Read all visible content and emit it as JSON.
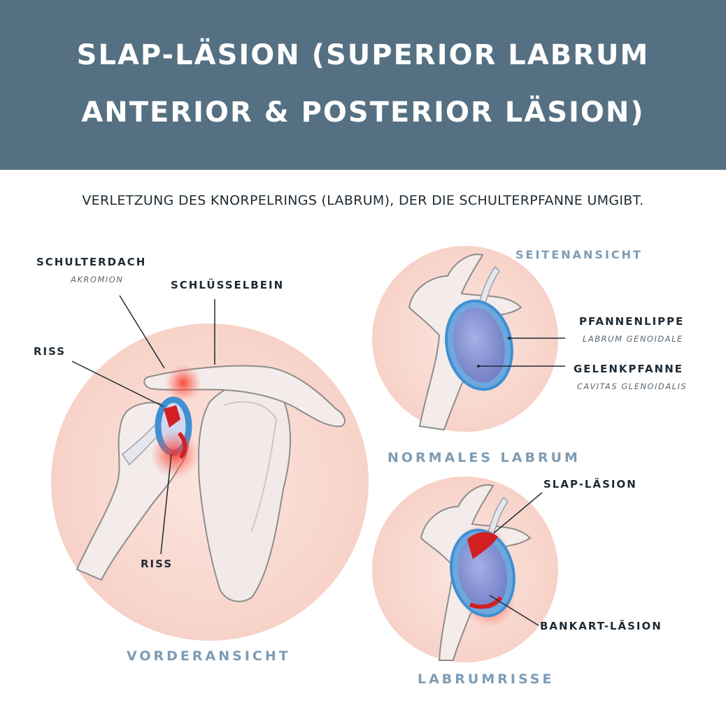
{
  "header": {
    "title_line1": "SLAP-LÄSION (SUPERIOR LABRUM",
    "title_line2": "ANTERIOR & POSTERIOR LÄSION)",
    "subtitle": "VERLETZUNG DES KNORPELRINGS (LABRUM), DER DIE SCHULTERPFANNE UMGIBT."
  },
  "front_view": {
    "caption": "VORDERANSICHT",
    "acromion_label": "SCHULTERDACH",
    "acromion_latin": "AKROMION",
    "clavicle_label": "SCHLÜSSELBEIN",
    "tear_label_top": "RISS",
    "tear_label_bottom": "RISS"
  },
  "side_view": {
    "caption_top": "SEITENANSICHT",
    "labrum_label": "PFANNENLIPPE",
    "labrum_latin": "LABRUM GENOIDALE",
    "glenoid_label": "GELENKPFANNE",
    "glenoid_latin": "CAVITAS GLENOIDALIS",
    "caption_bottom": "NORMALES LABRUM"
  },
  "tear_view": {
    "slap_label": "SLAP-LÄSION",
    "bankart_label": "BANKART-LÄSION",
    "caption": "LABRUMRISSE"
  },
  "colors": {
    "header_bg": "#557082",
    "circle_bg": "#f9dcd4",
    "bone": "#f3ecea",
    "labrum": "#4f9ad6",
    "glenoid": "#8390cf",
    "tear": "#d11f22",
    "caption": "#7d9cb5"
  }
}
